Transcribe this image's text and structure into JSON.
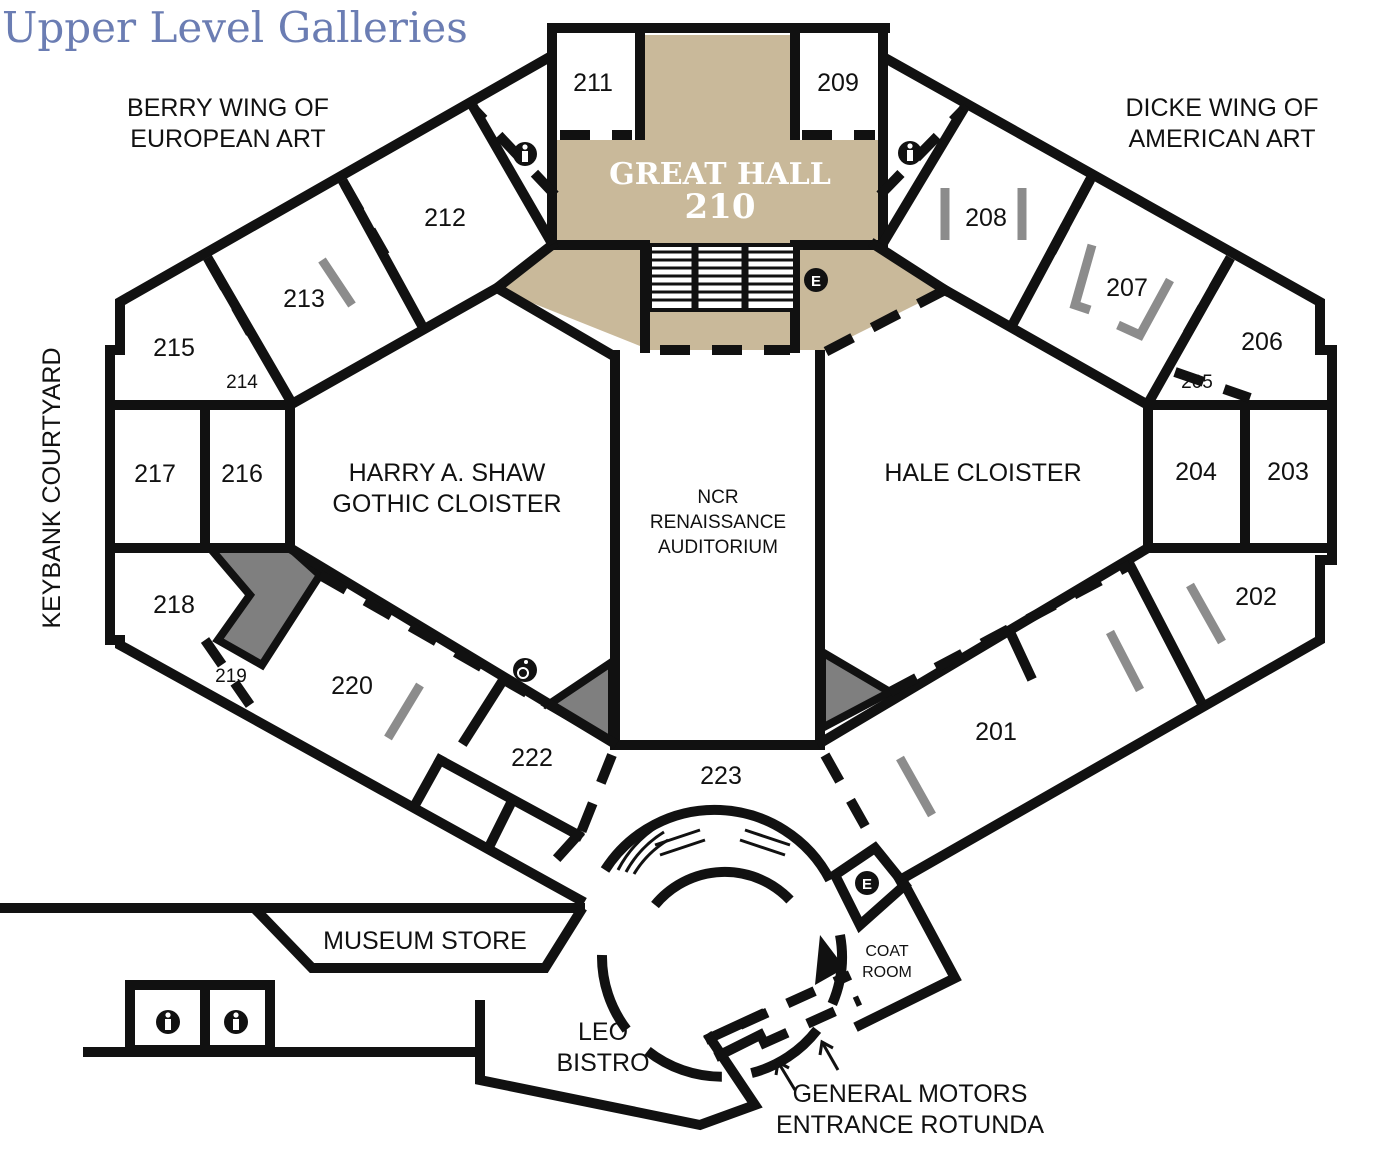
{
  "title": "Upper Level Galleries",
  "wings": {
    "left": [
      "BERRY WING OF",
      "EUROPEAN ART"
    ],
    "right": [
      "DICKE WING OF",
      "AMERICAN ART"
    ],
    "courtyard": "KEYBANK COURTYARD"
  },
  "great_hall": {
    "name": "GREAT HALL",
    "number": "210"
  },
  "rooms": {
    "r201": "201",
    "r202": "202",
    "r203": "203",
    "r204": "204",
    "r205": "205",
    "r206": "206",
    "r207": "207",
    "r208": "208",
    "r209": "209",
    "r211": "211",
    "r212": "212",
    "r213": "213",
    "r214": "214",
    "r215": "215",
    "r216": "216",
    "r217": "217",
    "r218": "218",
    "r219": "219",
    "r220": "220",
    "r222": "222",
    "r223": "223"
  },
  "areas": {
    "shaw": [
      "HARRY A. SHAW",
      "GOTHIC CLOISTER"
    ],
    "hale": "HALE CLOISTER",
    "auditorium": [
      "NCR",
      "RENAISSANCE",
      "AUDITORIUM"
    ],
    "store": "MUSEUM STORE",
    "bistro": [
      "LEO",
      "BISTRO"
    ],
    "coat": [
      "COAT",
      "ROOM"
    ],
    "entrance": [
      "GENERAL MOTORS",
      "ENTRANCE ROTUNDA"
    ]
  },
  "icons": {
    "elevator": "E",
    "elevator_icon": "elevator-icon",
    "restroom_icon": "restroom-icon",
    "accessible_icon": "wheelchair-icon"
  },
  "colors": {
    "title": "#6b7db3",
    "great_hall": "#c9b99a",
    "dark_fill": "#7f7f7f",
    "grey_partition": "#8c8c8c",
    "walls": "#111111"
  }
}
